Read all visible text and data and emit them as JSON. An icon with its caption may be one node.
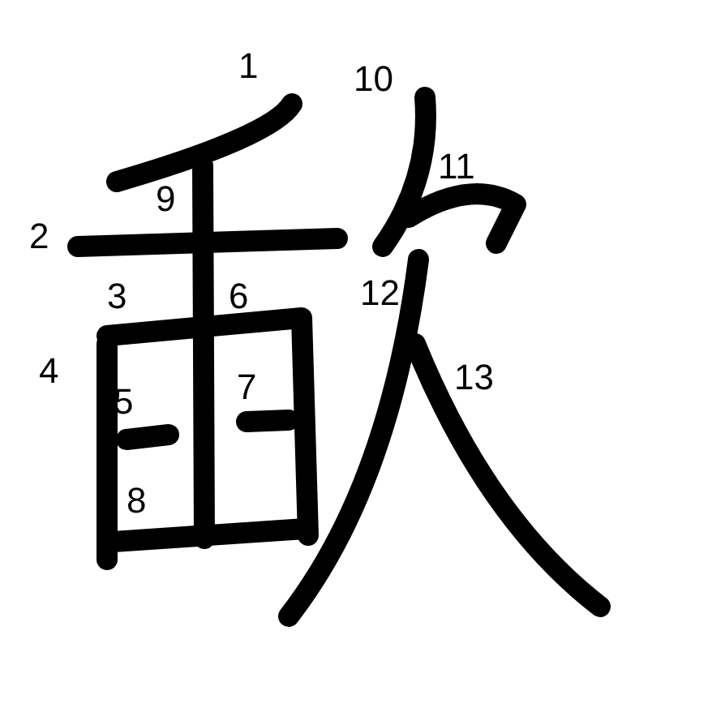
{
  "diagram": {
    "labels": [
      "1",
      "2",
      "3",
      "4",
      "5",
      "6",
      "7",
      "8",
      "9",
      "10",
      "11",
      "12",
      "13"
    ]
  }
}
